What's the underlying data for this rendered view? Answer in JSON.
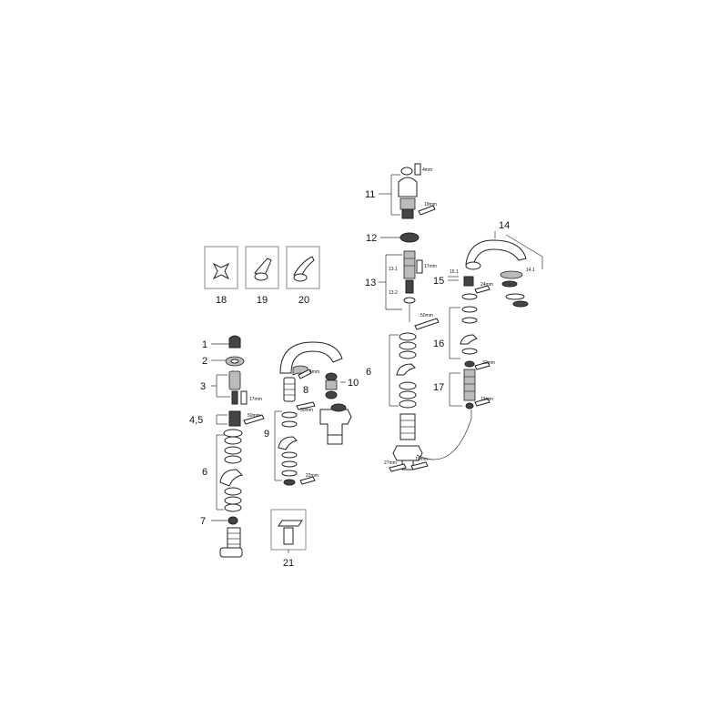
{
  "labels": {
    "p1": "1",
    "p2": "2",
    "p3": "3",
    "p45": "4,5",
    "p6a": "6",
    "p7": "7",
    "p8": "8",
    "p9": "9",
    "p10": "10",
    "p11": "11",
    "p12": "12",
    "p13": "13",
    "p13_1": "13.1",
    "p13_2": "13.2",
    "p14": "14",
    "p14_1": "14.1",
    "p15": "15",
    "p15_1": "15.1",
    "p16": "16",
    "p17": "17",
    "p18": "18",
    "p19": "19",
    "p20": "20",
    "p21": "21",
    "p6b": "6"
  },
  "tools": {
    "t17a": "17mm",
    "t50a": "50mm",
    "t4a": "4mm",
    "t30": "30mm",
    "t22": "22mm",
    "t4b": "4mm",
    "t19a": "19mm",
    "t17b": "17mm",
    "t50b": "50mm",
    "t24": "24mm",
    "t32": "32mm",
    "t13": "13mm",
    "t27": "27mm",
    "t19b": "19mm"
  }
}
